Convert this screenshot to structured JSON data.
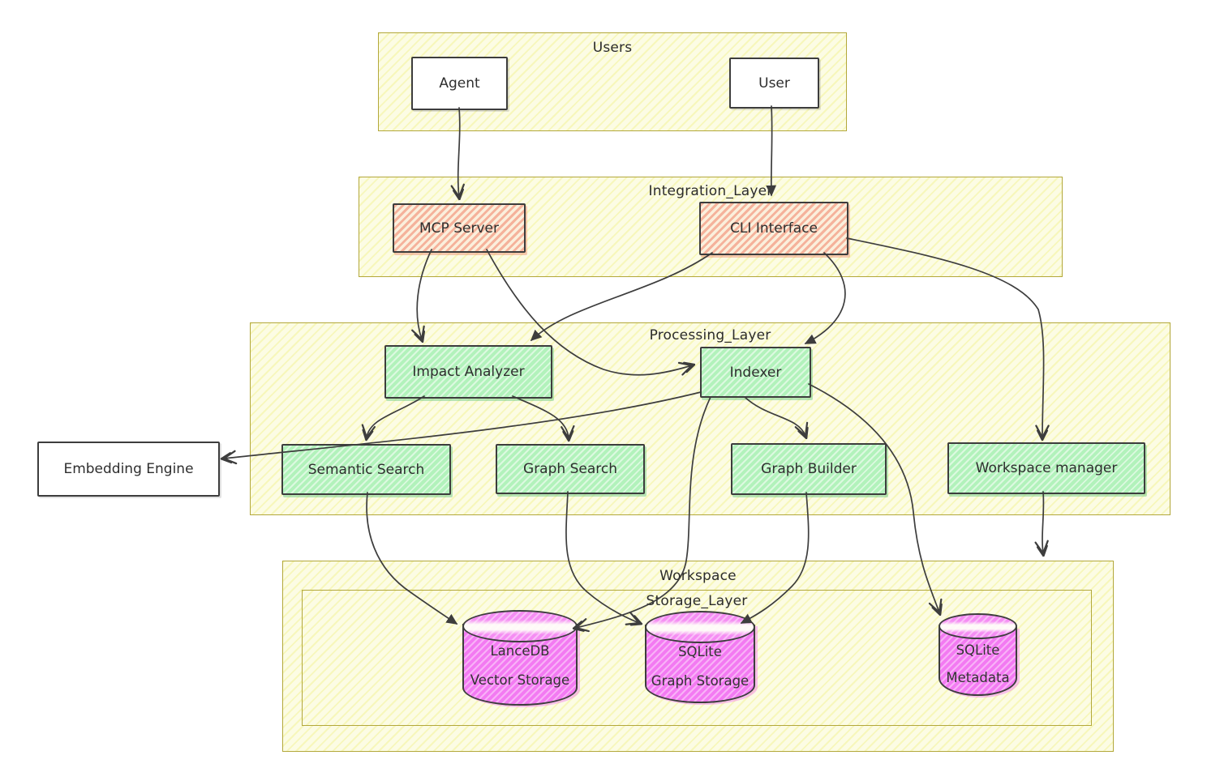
{
  "diagram": {
    "containers": {
      "users": {
        "title": "Users"
      },
      "integration_layer": {
        "title": "Integration_Layer"
      },
      "processing_layer": {
        "title": "Processing_Layer"
      },
      "workspace": {
        "title": "Workspace"
      },
      "storage_layer": {
        "title": "Storage_Layer"
      }
    },
    "nodes": {
      "agent": {
        "label": "Agent"
      },
      "user": {
        "label": "User"
      },
      "mcp_server": {
        "label": "MCP Server"
      },
      "cli_interface": {
        "label": "CLI Interface"
      },
      "impact_analyzer": {
        "label": "Impact Analyzer"
      },
      "indexer": {
        "label": "Indexer"
      },
      "semantic_search": {
        "label": "Semantic Search"
      },
      "graph_search": {
        "label": "Graph Search"
      },
      "graph_builder": {
        "label": "Graph Builder"
      },
      "workspace_manager": {
        "label": "Workspace manager"
      },
      "embedding_engine": {
        "label": "Embedding Engine"
      },
      "lancedb_vector_storage": {
        "line1": "LanceDB",
        "line2": "Vector Storage"
      },
      "sqlite_graph_storage": {
        "line1": "SQLite",
        "line2": "Graph Storage"
      },
      "sqlite_metadata": {
        "line1": "SQLite",
        "line2": "Metadata"
      }
    },
    "edges": [
      {
        "from": "Agent",
        "to": "MCP Server"
      },
      {
        "from": "User",
        "to": "CLI Interface"
      },
      {
        "from": "MCP Server",
        "to": "Impact Analyzer"
      },
      {
        "from": "MCP Server",
        "to": "Indexer"
      },
      {
        "from": "CLI Interface",
        "to": "Impact Analyzer"
      },
      {
        "from": "CLI Interface",
        "to": "Indexer"
      },
      {
        "from": "CLI Interface",
        "to": "Workspace manager"
      },
      {
        "from": "Impact Analyzer",
        "to": "Semantic Search"
      },
      {
        "from": "Impact Analyzer",
        "to": "Graph Search"
      },
      {
        "from": "Indexer",
        "to": "Embedding Engine"
      },
      {
        "from": "Indexer",
        "to": "Graph Builder"
      },
      {
        "from": "Indexer",
        "to": "LanceDB Vector Storage"
      },
      {
        "from": "Indexer",
        "to": "SQLite Metadata"
      },
      {
        "from": "Semantic Search",
        "to": "LanceDB Vector Storage"
      },
      {
        "from": "Graph Search",
        "to": "SQLite Graph Storage"
      },
      {
        "from": "Graph Builder",
        "to": "SQLite Graph Storage"
      },
      {
        "from": "Workspace manager",
        "to": "Storage_Layer"
      }
    ],
    "colors": {
      "background": "#ffffff",
      "container_fill": "#fcfce4",
      "container_border": "#b3a83b",
      "integration_node_fill": "#f5b29b",
      "processing_node_fill": "#b2f2bb",
      "storage_node_fill": "#f37af2",
      "plain_node_fill": "#ffffff",
      "node_border": "#3d3d3d",
      "edge_color": "#3d3d3d",
      "text_color": "#2e2e2e"
    }
  }
}
